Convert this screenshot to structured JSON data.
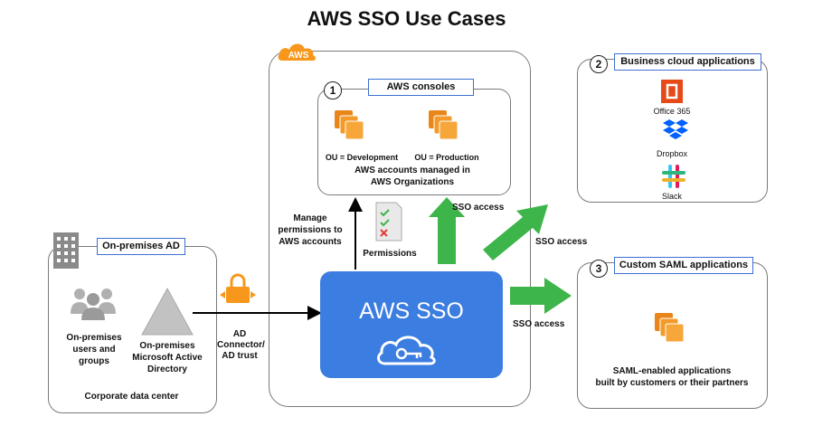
{
  "title": "AWS SSO Use Cases",
  "aws_badge": "AWS",
  "consoles": {
    "number": "1",
    "tag": "AWS consoles",
    "ou_dev": "OU = Development",
    "ou_prod": "OU = Production",
    "managed_line1": "AWS accounts managed in",
    "managed_line2": "AWS Organizations"
  },
  "business": {
    "number": "2",
    "tag": "Business cloud applications",
    "apps": [
      "Office 365",
      "Dropbox",
      "Slack"
    ]
  },
  "custom": {
    "number": "3",
    "tag": "Custom SAML applications",
    "desc_line1": "SAML-enabled applications",
    "desc_line2": "built by customers or their partners"
  },
  "onprem": {
    "tag": "On-premises AD",
    "users_line1": "On-premises",
    "users_line2": "users and",
    "users_line3": "groups",
    "ad_line1": "On-premises",
    "ad_line2": "Microsoft Active",
    "ad_line3": "Directory",
    "footer": "Corporate data center"
  },
  "connector": {
    "line1": "AD",
    "line2": "Connector/",
    "line3": "AD trust"
  },
  "sso": {
    "label": "AWS SSO",
    "manage_line1": "Manage",
    "manage_line2": "permissions to",
    "manage_line3": "AWS accounts",
    "permissions": "Permissions",
    "access_up": "SSO access",
    "access_diag": "SSO access",
    "access_right": "SSO access"
  },
  "colors": {
    "aws_orange": "#f7981d",
    "sso_blue": "#3b7de0",
    "arrow_green": "#3db54a",
    "tag_border": "#3d6fd0",
    "office_red": "#e64a19",
    "dropbox_blue": "#0061fe"
  },
  "icons": [
    "aws-cloud-icon",
    "ou-stack-icon",
    "permissions-checklist-icon",
    "office365-icon",
    "dropbox-icon",
    "slack-icon",
    "building-icon",
    "users-icon",
    "directory-triangle-icon",
    "lock-icon",
    "sso-cloud-key-icon",
    "saml-stack-icon"
  ]
}
